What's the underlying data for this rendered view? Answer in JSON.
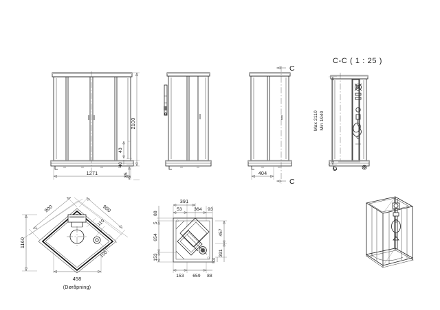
{
  "document": {
    "kind": "technical-drawing",
    "subject": "shower cabin",
    "language_note": "Norwegian"
  },
  "views": {
    "front": {
      "name": "front-elevation",
      "dimensions": {
        "height_total": "2100",
        "width_total": "1271",
        "detail_43": "43",
        "detail_40": "40",
        "base_85": "85"
      }
    },
    "side_left": {
      "name": "side-elevation"
    },
    "side_right": {
      "name": "end-elevation",
      "dimensions": {
        "depth": "404"
      },
      "section_marker_top": "C",
      "section_marker_bottom": "C"
    },
    "section_cc": {
      "name": "section-c-c",
      "title": "C-C ( 1 : 25 )",
      "dimensions": {
        "max_height": "Max 2110",
        "min_height": "Min 1940"
      }
    },
    "plan_rotated": {
      "name": "plan-view-rotated",
      "dimensions": {
        "diag_left": "900",
        "diag_right": "900",
        "overall_height": "1160",
        "door_opening": "458",
        "door_opening_label": "(Døråpning)",
        "offset_a": "110",
        "offset_b": "100"
      }
    },
    "plan_dimensioned": {
      "name": "plan-view-dimensioned",
      "dimensions": {
        "top": [
          "391",
          "53",
          "364",
          "93"
        ],
        "left": [
          "88",
          "5",
          "654",
          "153"
        ],
        "right": [
          "457",
          "391",
          "53"
        ],
        "bottom": [
          "153",
          "659",
          "88"
        ]
      }
    },
    "isometric": {
      "name": "isometric-3d-view"
    }
  },
  "colors": {
    "line": "#2b2b2b",
    "dim_line": "#4a4a4a",
    "background": "#ffffff",
    "fill_gray": "#b9b9b9"
  }
}
